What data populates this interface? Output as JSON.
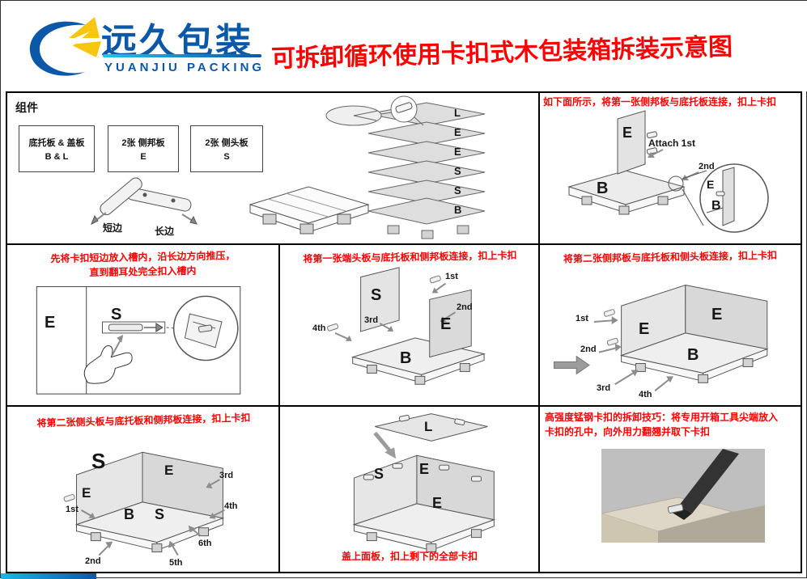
{
  "colors": {
    "accent_red": "#fe0000",
    "brand_blue": "#0b57a8",
    "brand_yellow": "#f8c511"
  },
  "header": {
    "brand_cn": "远久包装",
    "brand_en": "YUANJIU PACKING",
    "title": "可拆卸循环使用卡扣式木包装箱拆装示意图"
  },
  "components": {
    "heading": "组件",
    "boxes": [
      {
        "line1": "底托板 & 盖板",
        "line2": "B & L"
      },
      {
        "line1": "2张 侧邦板",
        "line2": "E"
      },
      {
        "line1": "2张  侧头板",
        "line2": "S"
      }
    ],
    "buckle": {
      "short_label": "短边",
      "long_label": "长边"
    },
    "stack": [
      "L",
      "E",
      "E",
      "S",
      "S",
      "B"
    ]
  },
  "steps": {
    "s1": {
      "instruction": "如下面所示，将第一张侧邦板与底托板连接，扣上卡扣",
      "attach_label": "Attach 1st",
      "order2": "2nd",
      "letter_e": "E",
      "letter_b": "B",
      "zoom_e": "E",
      "zoom_b": "B"
    },
    "s2": {
      "line1": "先将卡扣短边放入槽内，沿长边方向推压，",
      "line2": "直到翻耳处完全扣入槽内",
      "letter_e": "E",
      "letter_s": "S"
    },
    "s3": {
      "instruction": "将第一张端头板与底托板和侧邦板连接，扣上卡扣",
      "letter_s": "S",
      "letter_e": "E",
      "letter_b": "B",
      "o1": "1st",
      "o2": "2nd",
      "o3": "3rd",
      "o4": "4th"
    },
    "s4": {
      "instruction": "将第二张侧邦板与底托板和侧头板连接，扣上卡扣",
      "letter_e1": "E",
      "letter_e2": "E",
      "letter_b": "B",
      "o1": "1st",
      "o2": "2nd",
      "o3": "3rd",
      "o4": "4th"
    },
    "s5": {
      "instruction": "将第二张侧头板与底托板和侧邦板连接，扣上卡扣",
      "letter_s1": "S",
      "letter_e1": "E",
      "letter_e2": "E",
      "letter_b": "B",
      "letter_s2": "S",
      "o1": "1st",
      "o2": "2nd",
      "o3": "3rd",
      "o4": "4th",
      "o5": "5th",
      "o6": "6th"
    },
    "s6": {
      "instruction": "盖上面板，扣上剩下的全部卡扣",
      "letter_l": "L",
      "letter_s": "S",
      "letter_e1": "E",
      "letter_e2": "E"
    },
    "s7": {
      "line1": "高强度锰钢卡扣的拆卸技巧：将专用开箱工具尖端放入",
      "line2": "卡扣的孔中，向外用力翻翘并取下卡扣"
    }
  }
}
